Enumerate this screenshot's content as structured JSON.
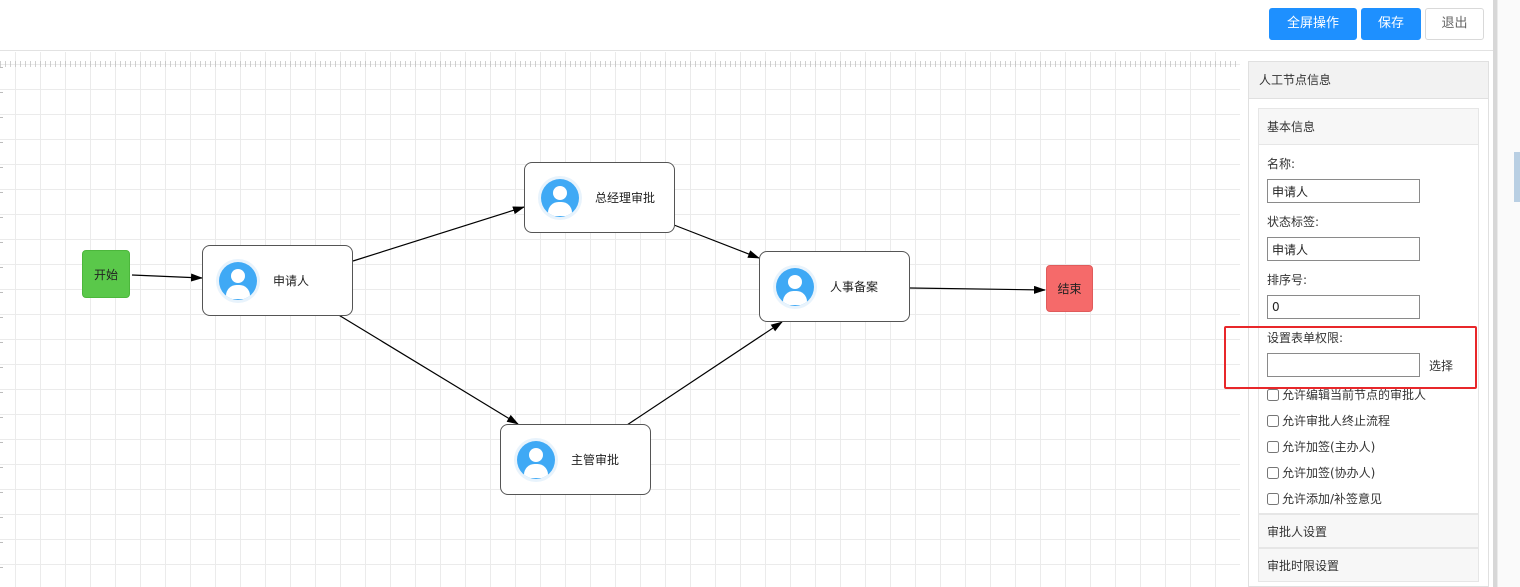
{
  "toolbar": {
    "fullscreen_label": "全屏操作",
    "save_label": "保存",
    "exit_label": "退出"
  },
  "flow": {
    "start_label": "开始",
    "end_label": "结束",
    "nodes": {
      "applicant": "申请人",
      "general_manager": "总经理审批",
      "hr_filing": "人事备案",
      "supervisor": "主管审批"
    },
    "colors": {
      "start": "#5ac84a",
      "end": "#f56a6a",
      "avatar": "#3fa9f5"
    }
  },
  "panel": {
    "title": "人工节点信息",
    "basic_section": {
      "title": "基本信息",
      "name_label": "名称:",
      "name_value": "申请人",
      "status_label": "状态标签:",
      "status_value": "申请人",
      "order_label": "排序号:",
      "order_value": "0",
      "form_permission_label": "设置表单权限:",
      "form_permission_value": "",
      "select_label": "选择",
      "options": [
        "允许编辑当前节点的审批人",
        "允许审批人终止流程",
        "允许加签(主办人)",
        "允许加签(协办人)",
        "允许添加/补签意见"
      ]
    },
    "approver_section_title": "审批人设置",
    "timelimit_section_title": "审批时限设置"
  },
  "highlight_color": "#e8272a"
}
